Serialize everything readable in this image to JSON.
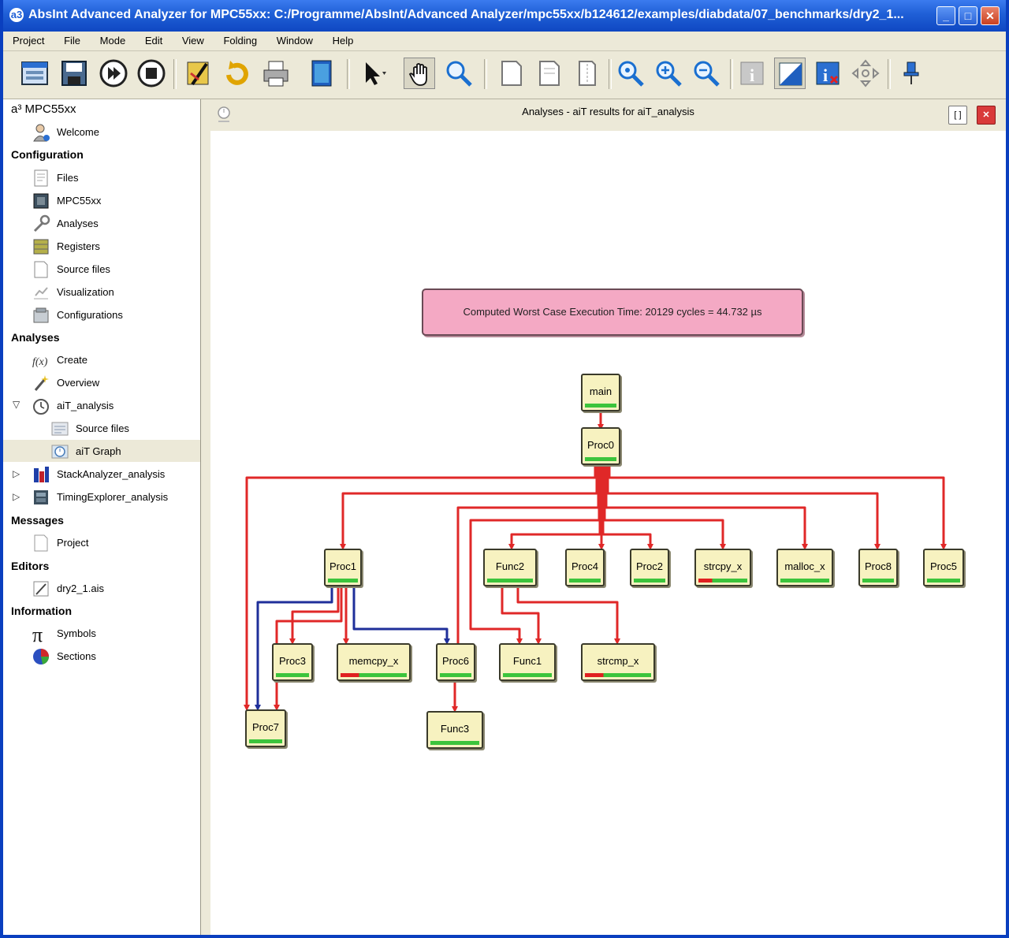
{
  "window": {
    "title": "AbsInt Advanced Analyzer for MPC55xx: C:/Programme/AbsInt/Advanced Analyzer/mpc55xx/b124612/examples/diabdata/07_benchmarks/dry2_1...",
    "app_icon": "a3",
    "buttons": {
      "minimize": "_",
      "maximize": "□",
      "close": "✕"
    }
  },
  "menu": [
    "Project",
    "File",
    "Mode",
    "Edit",
    "View",
    "Folding",
    "Window",
    "Help"
  ],
  "toolbar_icons": [
    "new-window-icon",
    "save-icon",
    "run-icon",
    "stop-icon",
    "edit-icon",
    "reload-icon",
    "print-icon",
    "book-icon",
    "pointer-icon",
    "hand-icon",
    "magnifier-icon",
    "page-icon",
    "page-copy-icon",
    "page-split-icon",
    "zoom-fit-icon",
    "zoom-in-icon",
    "zoom-out-icon",
    "info-icon",
    "contrast-icon",
    "info-remove-icon",
    "navigate-icon",
    "pin-icon"
  ],
  "sidebar": {
    "project": "a³ MPC55xx",
    "welcome": "Welcome",
    "configuration_head": "Configuration",
    "config_items": [
      "Files",
      "MPC55xx",
      "Analyses",
      "Registers",
      "Source files",
      "Visualization",
      "Configurations"
    ],
    "analyses_head": "Analyses",
    "create": "Create",
    "overview": "Overview",
    "ait_analysis": "aiT_analysis",
    "ait_children": [
      "Source files",
      "aiT Graph"
    ],
    "stack_analysis": "StackAnalyzer_analysis",
    "timing_analysis": "TimingExplorer_analysis",
    "messages_head": "Messages",
    "messages_items": [
      "Project"
    ],
    "editors_head": "Editors",
    "editors_items": [
      "dry2_1.ais"
    ],
    "information_head": "Information",
    "information_items": [
      "Symbols",
      "Sections"
    ],
    "expanded_glyph": "▽",
    "collapsed_glyph": "▷"
  },
  "content": {
    "title": "Analyses - aiT results for aiT_analysis",
    "restore_button": "[ ]",
    "close_button": "✕",
    "wcet_text": "Computed Worst Case Execution Time: 20129 cycles = 44.732 µs"
  },
  "graph": {
    "nodes": {
      "main": "main",
      "proc0": "Proc0",
      "proc1": "Proc1",
      "func2": "Func2",
      "proc4": "Proc4",
      "proc2": "Proc2",
      "strcpy": "strcpy_x",
      "malloc": "malloc_x",
      "proc8": "Proc8",
      "proc5": "Proc5",
      "proc3": "Proc3",
      "memcpy": "memcpy_x",
      "proc6": "Proc6",
      "func1": "Func1",
      "strcmp": "strcmp_x",
      "proc7": "Proc7",
      "func3": "Func3"
    },
    "colors": {
      "edge_red": "#e02828",
      "edge_blue": "#1f2f9a",
      "node_fill": "#f7f2c0",
      "bar_green": "#3cc43c",
      "bar_red": "#e02020",
      "wcet_fill": "#f4a9c4"
    }
  }
}
